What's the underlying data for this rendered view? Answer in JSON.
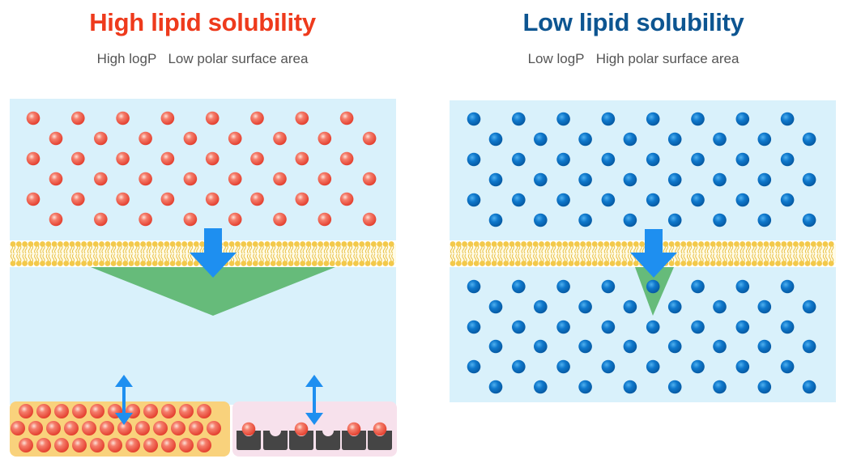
{
  "left": {
    "title": "High lipid solubility",
    "subtitle_1": "High logP",
    "subtitle_2": "Low polar surface area",
    "title_color": "#ee3a1c"
  },
  "right": {
    "title": "Low lipid solubility",
    "subtitle_1": "Low logP",
    "subtitle_2": "High polar surface area",
    "title_color": "#0d5591"
  },
  "colors": {
    "aqueous_bg": "#d9f1fb",
    "lipid_head": "#f3c94a",
    "flux_arrow": "#1e8ff0",
    "gradient_wedge": "#66bb7a",
    "high_solubility_molecule": "#ec5a4c",
    "low_solubility_molecule": "#0b73c8",
    "fat_tissue_bg": "#f9d27c",
    "protein_binding_bg": "#f7e1ec",
    "binding_site": "#454545"
  }
}
